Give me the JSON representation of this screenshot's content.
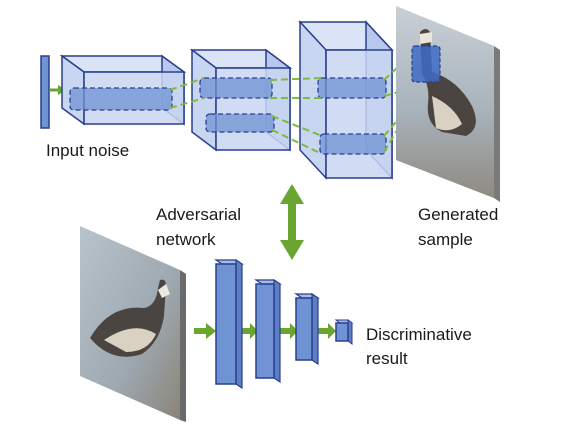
{
  "labels": {
    "input_noise": "Input noise",
    "adversarial_line1": "Adversarial",
    "adversarial_line2": "network",
    "generated_line1": "Generated",
    "generated_line2": "sample",
    "discriminative_line1": "Discriminative",
    "discriminative_line2": "result"
  },
  "colors": {
    "box_fill": "#c9d6f2",
    "box_stroke": "#2a3f8f",
    "layer_fill": "#6f93d3",
    "layer_stroke": "#2a3f8f",
    "connector": "#7fb93d",
    "arrow_green": "#6aa62f",
    "photo_water": "#9aa5ae",
    "goose_dark": "#3a3a3a"
  },
  "images": {
    "generated_sample": "goose-photo",
    "discriminator_input": "goose-photo"
  }
}
